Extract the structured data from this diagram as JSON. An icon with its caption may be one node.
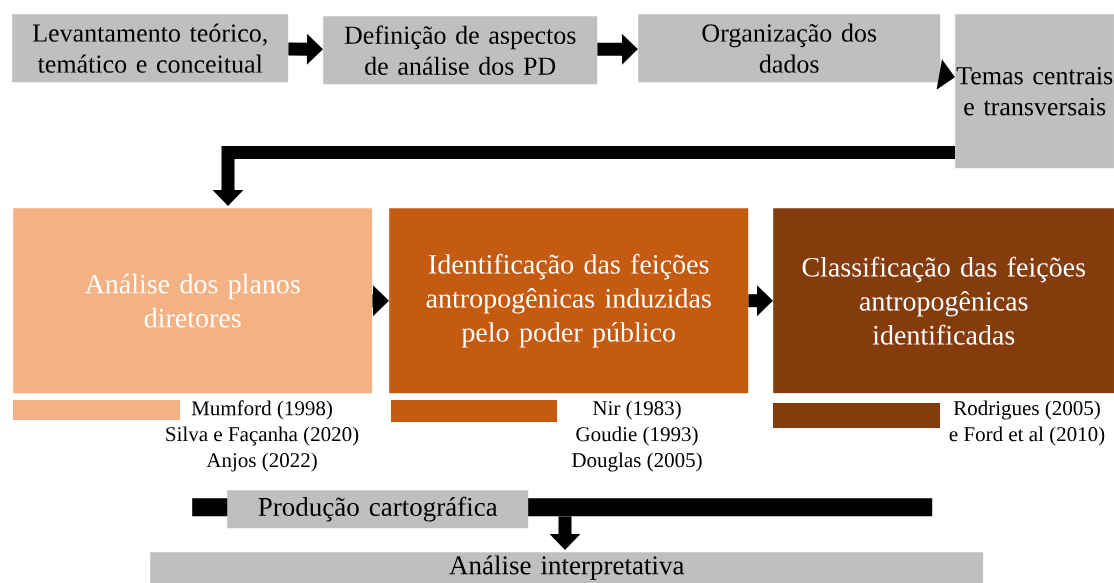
{
  "diagram": {
    "nodes": [
      {
        "text": [
          "Levantamento teórico, temático e conceitual"
        ]
      },
      {
        "text": [
          "Definição de aspectos de análise dos PD"
        ]
      },
      {
        "text": [
          "Organização dos dados"
        ]
      },
      {
        "text": [
          "Temas centrais e transversais"
        ]
      },
      {
        "text": [
          "Análise dos planos diretores"
        ],
        "beside": [
          "Mumford (1998)",
          "Silva e Façanha (2020)",
          "Anjos (2022)"
        ]
      },
      {
        "text": [
          "Identificação das feições antropogênicas induzidas pelo poder público"
        ],
        "beside": [
          "Nir (1983)",
          "Goudie (1993)",
          "Douglas (2005)"
        ]
      },
      {
        "text": [
          "Classificação das feições antropogênicas identificadas"
        ],
        "beside": [
          "Rodrigues (2005)",
          "e Ford et al (2010)"
        ]
      },
      {
        "text": [],
        "shape": "bar"
      },
      {
        "text": [
          "Produção cartográfica"
        ]
      },
      {
        "text": [
          "Análise interpretativa"
        ]
      }
    ],
    "edges": [
      {
        "from": 0,
        "to": 1,
        "arrow": "to"
      },
      {
        "from": 1,
        "to": 2,
        "arrow": "to"
      },
      {
        "from": 2,
        "to": 3,
        "arrow": "to"
      },
      {
        "from": 3,
        "to": 4,
        "arrow": "to"
      },
      {
        "from": 4,
        "to": 5,
        "arrow": "to"
      },
      {
        "from": 5,
        "to": 6,
        "arrow": "to"
      },
      {
        "from": 7,
        "to": 9,
        "arrow": "to"
      }
    ]
  }
}
